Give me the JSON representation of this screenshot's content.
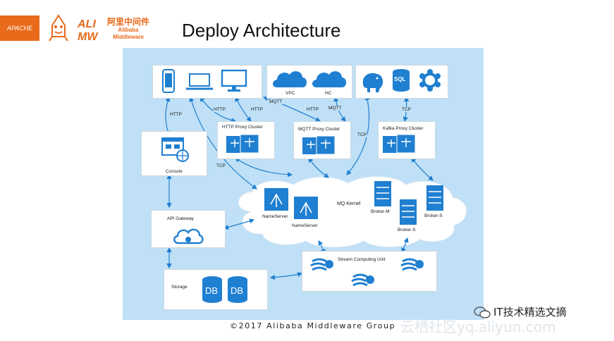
{
  "header": {
    "apache_logo_text": "APACHE",
    "alibaba_cn": "阿里中间件",
    "alibaba_en_1": "Alibaba",
    "alibaba_en_2": "Middleware",
    "title": "Deploy Architecture"
  },
  "diagram": {
    "nodes": {
      "vpc": "VPC",
      "hc": "HC",
      "sql": "SQL",
      "http_proxy": "HTTP Proxy Cluster",
      "mqtt_proxy": "MQTT Proxy Cluster",
      "kafka_proxy": "Kafka Proxy Cluster",
      "console": "Console",
      "api_gateway": "API Gateway",
      "nameserver_1": "NameServer",
      "nameserver_2": "NameServer",
      "mq_kernel": "MQ Kernel",
      "broker_m": "Broker-M",
      "broker_s1": "Broker-S",
      "broker_s2": "Broker-S",
      "stream": "Stream Computing  Unit",
      "storage": "Storage",
      "db_1": "DB",
      "db_2": "DB"
    },
    "edges": {
      "http_console": "HTTP",
      "http_1": "HTTP",
      "http_2": "HTTP",
      "http_3": "HTTP",
      "mqtt_1": "MQTT",
      "mqtt_2": "MQTT",
      "tcp_kafka": "TCP",
      "tcp_mid": "TCP",
      "tcp_left": "TCP"
    }
  },
  "footer": {
    "copyright": "©2017 Alibaba Middleware Group",
    "wechat": "IT技术精选文摘",
    "watermark": "云栖社区yq.aliyun.com"
  },
  "colors": {
    "accent": "#1f7fd1",
    "panel": "#bfe0f6",
    "apache": "#e86a1a"
  }
}
